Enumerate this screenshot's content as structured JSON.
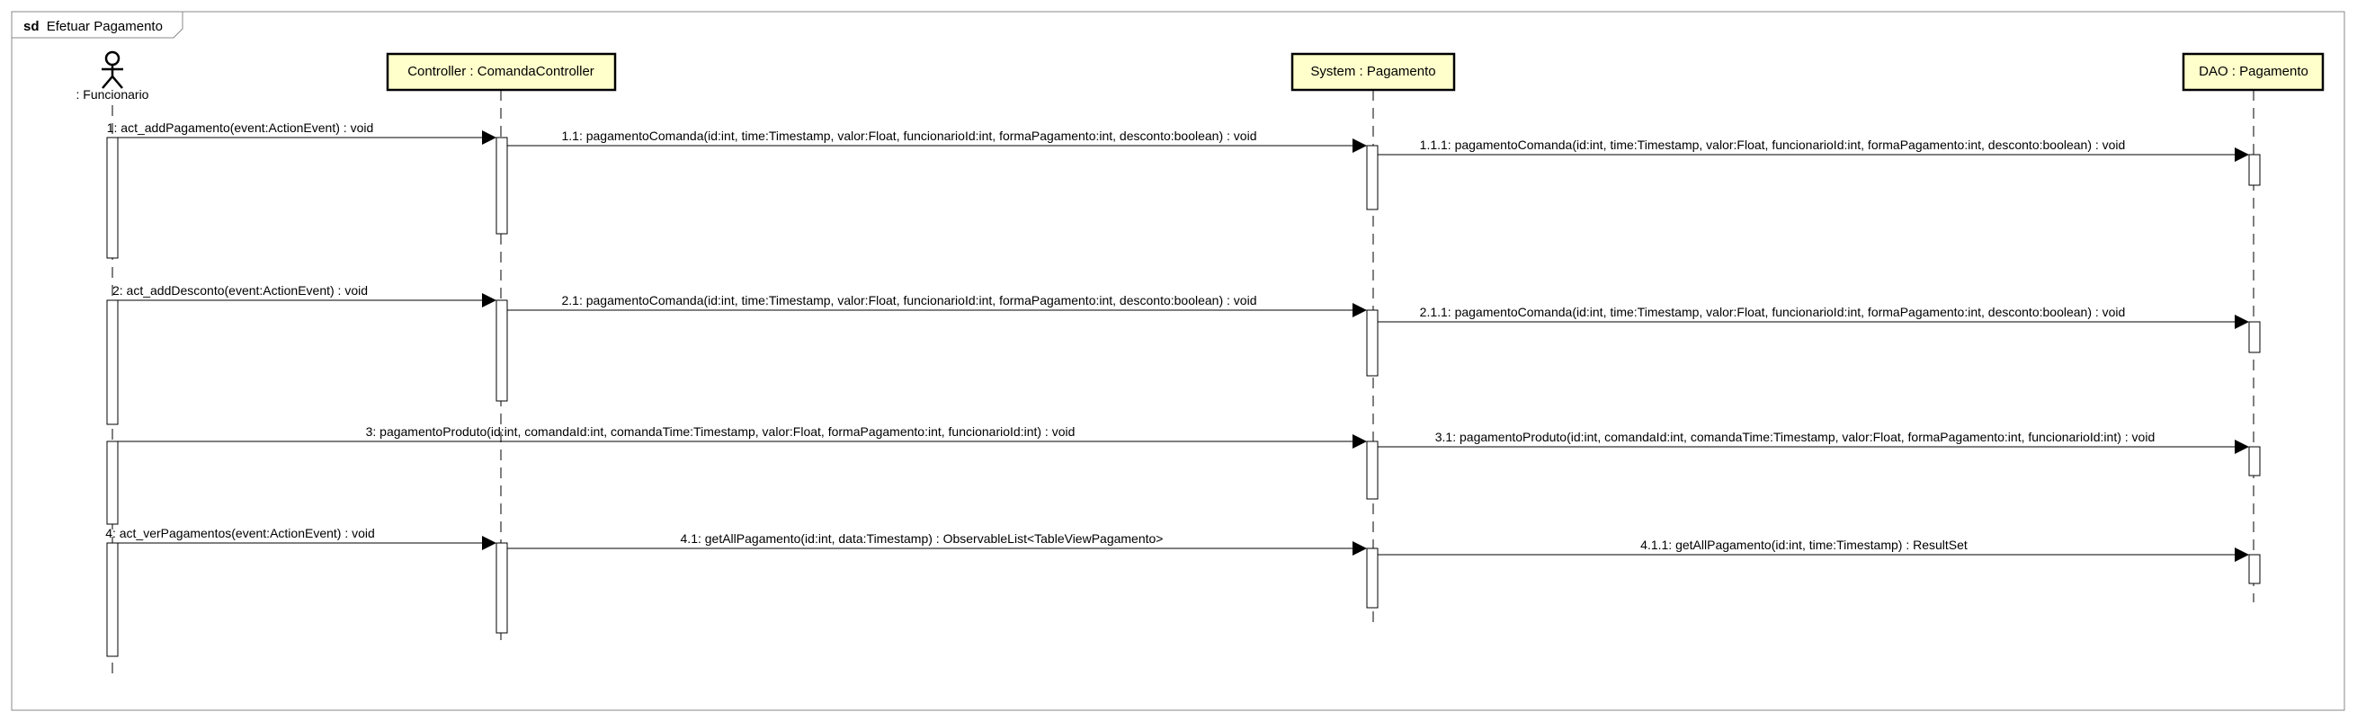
{
  "frame": {
    "keyword": "sd",
    "title": "Efetuar Pagamento"
  },
  "actor": {
    "label": ": Funcionario",
    "icon": "stick-figure-icon"
  },
  "lifelines": [
    {
      "id": "controller",
      "label": "Controller : ComandaController"
    },
    {
      "id": "system",
      "label": "System : Pagamento"
    },
    {
      "id": "dao",
      "label": "DAO : Pagamento"
    }
  ],
  "messages": [
    {
      "id": "m1",
      "from": "actor",
      "to": "controller",
      "label": "1: act_addPagamento(event:ActionEvent) : void"
    },
    {
      "id": "m1_1",
      "from": "controller",
      "to": "system",
      "label": "1.1: pagamentoComanda(id:int, time:Timestamp, valor:Float, funcionarioId:int, formaPagamento:int, desconto:boolean) : void"
    },
    {
      "id": "m1_1_1",
      "from": "system",
      "to": "dao",
      "label": "1.1.1: pagamentoComanda(id:int, time:Timestamp, valor:Float, funcionarioId:int, formaPagamento:int, desconto:boolean) : void"
    },
    {
      "id": "m2",
      "from": "actor",
      "to": "controller",
      "label": "2: act_addDesconto(event:ActionEvent) : void"
    },
    {
      "id": "m2_1",
      "from": "controller",
      "to": "system",
      "label": "2.1: pagamentoComanda(id:int, time:Timestamp, valor:Float, funcionarioId:int, formaPagamento:int, desconto:boolean) : void"
    },
    {
      "id": "m2_1_1",
      "from": "system",
      "to": "dao",
      "label": "2.1.1: pagamentoComanda(id:int, time:Timestamp, valor:Float, funcionarioId:int, formaPagamento:int, desconto:boolean) : void"
    },
    {
      "id": "m3",
      "from": "actor",
      "to": "system",
      "label": "3: pagamentoProduto(id:int, comandaId:int, comandaTime:Timestamp, valor:Float, formaPagamento:int, funcionarioId:int) : void"
    },
    {
      "id": "m3_1",
      "from": "system",
      "to": "dao",
      "label": "3.1: pagamentoProduto(id:int, comandaId:int, comandaTime:Timestamp, valor:Float, formaPagamento:int, funcionarioId:int) : void"
    },
    {
      "id": "m4",
      "from": "actor",
      "to": "controller",
      "label": "4: act_verPagamentos(event:ActionEvent) : void"
    },
    {
      "id": "m4_1",
      "from": "controller",
      "to": "system",
      "label": "4.1: getAllPagamento(id:int, data:Timestamp) : ObservableList<TableViewPagamento>"
    },
    {
      "id": "m4_1_1",
      "from": "system",
      "to": "dao",
      "label": "4.1.1: getAllPagamento(id:int, time:Timestamp) : ResultSet"
    }
  ],
  "colors": {
    "lifeline_fill": "#ffffcc",
    "line": "#000000",
    "frame_border": "#888888",
    "activation_fill": "#ffffff"
  }
}
